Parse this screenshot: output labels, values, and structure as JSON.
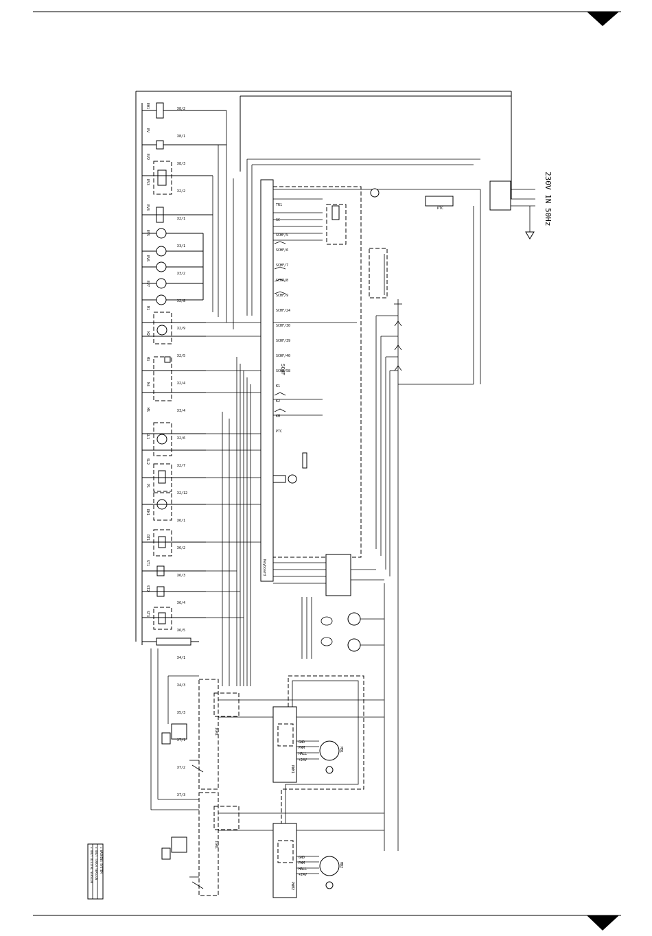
{
  "page": {
    "supply_label": "230V 1N 50Hz",
    "board_label": "SCHF",
    "keyboard_label": "Keyboard",
    "ign_labels": [
      "IGN1",
      "IGN1"
    ],
    "pwm_labels": [
      "PWM1",
      "PWM2"
    ],
    "fan_labels": [
      "MB1",
      "MB2"
    ],
    "fan_terminals": [
      "GND",
      "PWM",
      "HALL",
      "+24V"
    ]
  },
  "components": {
    "left_column": [
      "EH1",
      "EV",
      "EV2",
      "EV3",
      "EV4",
      "EV5",
      "EV6",
      "EV7",
      "M1",
      "M2",
      "M3",
      "M4",
      "M5",
      "SL1",
      "SL2",
      "P1",
      "RH1",
      "RT1",
      "ST1",
      "ST2",
      "ST3"
    ],
    "right_column": [
      "TR1",
      "SC",
      "SCHF/5",
      "SCHF/6",
      "SCHF/7",
      "SCHF/8",
      "SCHF/9",
      "SCHF/24",
      "SCHF/30",
      "SCHF/39",
      "SCHF/40",
      "SCHF/58",
      "K1",
      "K2",
      "KM",
      "PTC"
    ]
  },
  "connectors": [
    "X8/2",
    "X8/1",
    "X8/3",
    "X2/2",
    "X2/1",
    "X3/1",
    "X3/2",
    "X2/8",
    "X2/9",
    "X2/5",
    "X2/4",
    "X3/4",
    "X2/6",
    "X2/7",
    "X2/12",
    "X6/1",
    "X6/2",
    "X6/3",
    "X6/4",
    "X6/5",
    "X4/1",
    "X4/3",
    "X5/3",
    "X7/1",
    "X7/2",
    "X7/3"
  ],
  "legend": {
    "rows": [
      "= ONLY DIGITAL VERSION",
      "= ONLY TOUCH VERSION",
      "= WASHING SYSTEM"
    ]
  },
  "footer": {
    "marker_icon": "triangle-down-icon"
  }
}
